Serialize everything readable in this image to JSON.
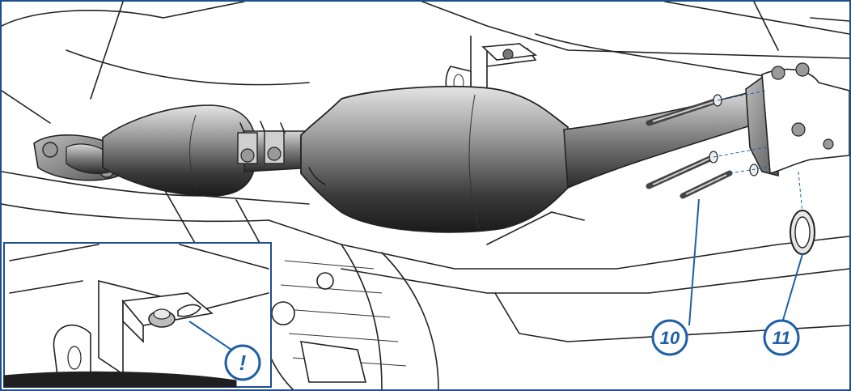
{
  "callouts": [
    {
      "id": "bolt",
      "label": "10"
    },
    {
      "id": "gasket",
      "label": "11"
    }
  ],
  "inset": {
    "warning_symbol": "!"
  },
  "colors": {
    "frame": "#1f4f8b",
    "callout": "#1f5fa8",
    "metal_dark": "#2b2b2b",
    "metal_light": "#cfcfcf"
  }
}
